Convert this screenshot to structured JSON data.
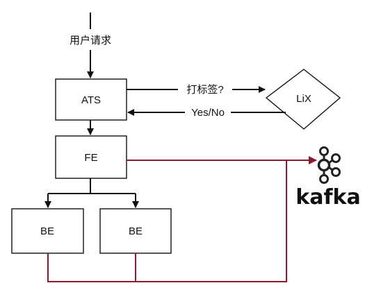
{
  "diagram": {
    "nodes": {
      "ats": "ATS",
      "fe": "FE",
      "be_left": "BE",
      "be_right": "BE",
      "lix": "LiX",
      "kafka": "kafka"
    },
    "edge_labels": {
      "user_request": "用户请求",
      "tag_question": "打标签?",
      "yes_no": "Yes/No"
    },
    "colors": {
      "line": "#111111",
      "data_flow": "#8b1c2e"
    },
    "icons": {
      "kafka_logo": "kafka-logo-icon"
    }
  }
}
